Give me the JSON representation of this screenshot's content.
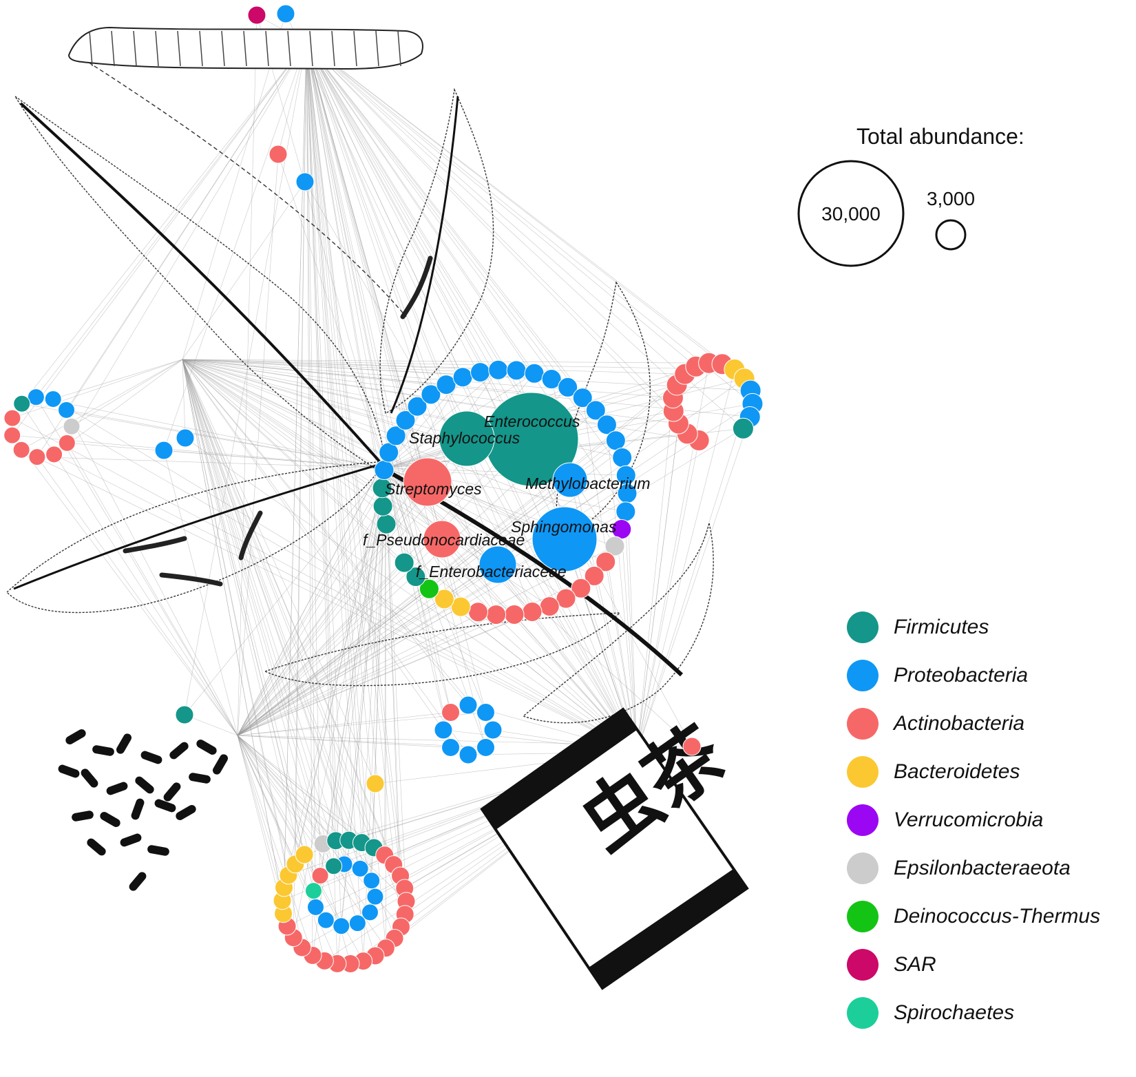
{
  "legend": {
    "title": "Total abundance:",
    "size_examples": [
      {
        "value_label": "30,000",
        "value": 30000
      },
      {
        "value_label": "3,000",
        "value": 3000
      }
    ],
    "phyla": [
      {
        "name": "Firmicutes",
        "color": "#14968a"
      },
      {
        "name": "Proteobacteria",
        "color": "#0f97f5"
      },
      {
        "name": "Actinobacteria",
        "color": "#f66867"
      },
      {
        "name": "Bacteroidetes",
        "color": "#fbc832"
      },
      {
        "name": "Verrucomicrobia",
        "color": "#9b07f2"
      },
      {
        "name": "Epsilonbacteraeota",
        "color": "#cccccc"
      },
      {
        "name": "Deinococcus-Thermus",
        "color": "#14c414"
      },
      {
        "name": "SAR",
        "color": "#cc0868"
      },
      {
        "name": "Spirochaetes",
        "color": "#1ccf9a"
      }
    ]
  },
  "taxa_labels": [
    "Enterococcus",
    "Staphylococcus",
    "Methylobacterium",
    "Streptomyces",
    "Sphingomonas",
    "f_Pseudonocardiaceae",
    "f_Enterobacteriaceae"
  ],
  "package_text": "虫茶",
  "sample_icons": [
    "silkworm-larva",
    "host-leaves",
    "frass-pellets",
    "insect-tea-package"
  ]
}
